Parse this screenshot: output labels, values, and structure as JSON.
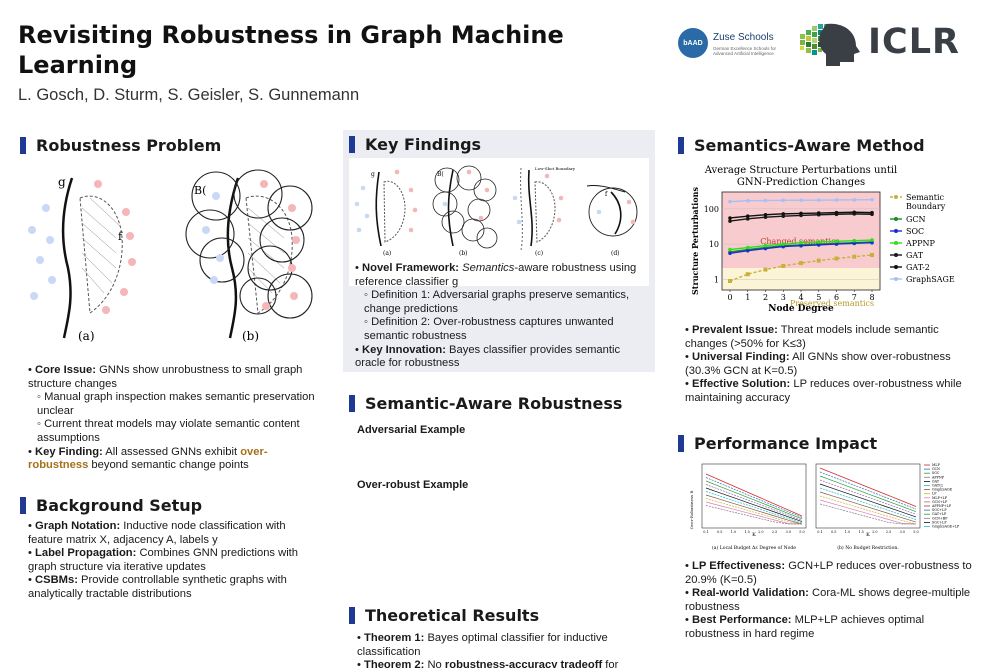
{
  "header": {
    "title": "Revisiting Robustness in Graph Machine Learning",
    "authors": "L. Gosch, D. Sturm, S. Geisler, S. Gunnemann",
    "zuse_badge": "bAAD",
    "zuse_name": "Zuse Schools",
    "zuse_sub": "German Excellence Schools for Advanced Artificial Intelligence",
    "iclr": "ICLR"
  },
  "robustness": {
    "title": "Robustness Problem",
    "fig_g": "g",
    "fig_f": "f",
    "fig_b": "B(",
    "fig_a_caption": "(a)",
    "fig_b_caption": "(b)",
    "bullets": [
      {
        "lead": "Core Issue:",
        "text": " GNNs show unrobustness to small graph structure changes"
      },
      {
        "sub": "Manual graph inspection makes semantic preservation unclear"
      },
      {
        "sub": "Current threat models may violate semantic content assumptions"
      },
      {
        "lead": "Key Finding:",
        "text": " All assessed GNNs exhibit ",
        "hl": "over-robustness",
        "tail": " beyond semantic change points"
      }
    ]
  },
  "background": {
    "title": "Background Setup",
    "bullets": [
      {
        "lead": "Graph Notation:",
        "text": " Inductive node classification with feature matrix X, adjacency A, labels y"
      },
      {
        "lead": "Label Propagation:",
        "text": " Combines GNN predictions with graph structure via iterative updates"
      },
      {
        "lead": "CSBMs:",
        "text": " Provide controllable synthetic graphs with analytically tractable distributions"
      }
    ]
  },
  "key_findings": {
    "title": "Key Findings",
    "panel_labels": [
      "(a)",
      "(b)",
      "(c)",
      "(d)"
    ],
    "panel_text": [
      "g",
      "B(",
      "Low-Shot Boundary",
      "f"
    ],
    "bullets": [
      {
        "lead": "Novel Framework:",
        "italic": " Semantics",
        "text": "-aware robustness using reference classifier g"
      },
      {
        "sub": "Definition 1: Adversarial graphs preserve semantics, change predictions"
      },
      {
        "sub": "Definition 2: Over-robustness captures unwanted semantic robustness"
      },
      {
        "lead": "Key Innovation:",
        "text": " Bayes classifier provides semantic oracle for robustness"
      }
    ]
  },
  "semantic_aware": {
    "title": "Semantic-Aware Robustness",
    "adversarial": "Adversarial Example",
    "over_robust": "Over-robust Example"
  },
  "theoretical": {
    "title": "Theoretical Results",
    "bullets": [
      {
        "lead": "Theorem 1:",
        "text": " Bayes optimal classifier for inductive classification"
      },
      {
        "lead": "Theorem 2:",
        "text": " No ",
        "bold_tail": "robustness-accuracy tradeoff",
        "tail": " for"
      }
    ]
  },
  "method": {
    "title": "Semantics-Aware Method",
    "bullets": [
      {
        "lead": "Prevalent Issue:",
        "text": " Threat models include semantic changes (>50% for K≤3)"
      },
      {
        "lead": "Universal Finding:",
        "text": " All GNNs show over-robustness (30.3% GCN at K=0.5)"
      },
      {
        "lead": "Effective Solution:",
        "text": " LP reduces over-robustness while maintaining accuracy"
      }
    ]
  },
  "performance": {
    "title": "Performance Impact",
    "caption_a": "(a) Local Budget Δε Degree of Node",
    "caption_b": "(b) No Budget Restriction.",
    "xlabel": "K",
    "ylabel": "Over-Robustness R",
    "x_ticks": [
      "0.1",
      "0.5",
      "1.0",
      "1.5",
      "2.0",
      "2.5",
      "3.0",
      "5.0"
    ],
    "legend": [
      "MLP",
      "GCN",
      "SGC",
      "APPNP",
      "GAT",
      "GATv2",
      "GraphSAGE",
      "LP",
      "MLP+LP",
      "GCN+LP",
      "APPNP+LP",
      "SGC+LP",
      "GAT+LP",
      "GCN+BP",
      "SGC+LP",
      "GraphSAGE+LP"
    ],
    "bullets": [
      {
        "lead": "LP Effectiveness:",
        "text": " GCN+LP reduces over-robustness to 20.9% (K=0.5)"
      },
      {
        "lead": "Real-world Validation:",
        "text": " Cora-ML shows degree-multiple robustness"
      },
      {
        "lead": "Best Performance:",
        "text": " MLP+LP achieves optimal robustness in hard regime"
      }
    ]
  },
  "chart_data": {
    "type": "line",
    "title": "Average Structure Perturbations until GNN-Prediction Changes",
    "xlabel": "Node Degree",
    "ylabel": "Structure Perturbations",
    "x": [
      0,
      1,
      2,
      3,
      4,
      5,
      6,
      7,
      8
    ],
    "log_y": true,
    "ylim": [
      0.5,
      300
    ],
    "y_ticks": [
      1,
      10,
      100
    ],
    "region_labels": [
      "Changed semantics",
      "Preserved semantics"
    ],
    "legend_position": "right",
    "colors": {
      "Semantic Boundary": "#c9b03a",
      "GCN": "#1a8a2e",
      "SGC": "#1530c9",
      "APPNP": "#2ce01a",
      "GAT": "#1a1a1a",
      "GAT-2": "#111111",
      "GraphSAGE": "#a9bff2"
    },
    "series": [
      {
        "name": "Semantic Boundary",
        "values": [
          0.9,
          1.4,
          1.9,
          2.4,
          2.9,
          3.4,
          3.9,
          4.4,
          4.9
        ]
      },
      {
        "name": "GCN",
        "values": [
          6,
          7,
          8,
          9,
          9.5,
          10,
          10.5,
          11,
          11.5
        ]
      },
      {
        "name": "SOC",
        "values": [
          5.5,
          6.5,
          7.5,
          8.5,
          9,
          9.5,
          10,
          10.5,
          11
        ]
      },
      {
        "name": "APPNP",
        "values": [
          7,
          8,
          9,
          10,
          11,
          11.5,
          12,
          12.5,
          13
        ]
      },
      {
        "name": "GAT",
        "values": [
          45,
          52,
          58,
          62,
          65,
          68,
          70,
          72,
          70
        ]
      },
      {
        "name": "GAT-2",
        "values": [
          55,
          62,
          68,
          72,
          74,
          76,
          78,
          80,
          78
        ]
      },
      {
        "name": "GraphSAGE",
        "values": [
          160,
          170,
          172,
          174,
          175,
          176,
          178,
          180,
          182
        ]
      }
    ]
  }
}
